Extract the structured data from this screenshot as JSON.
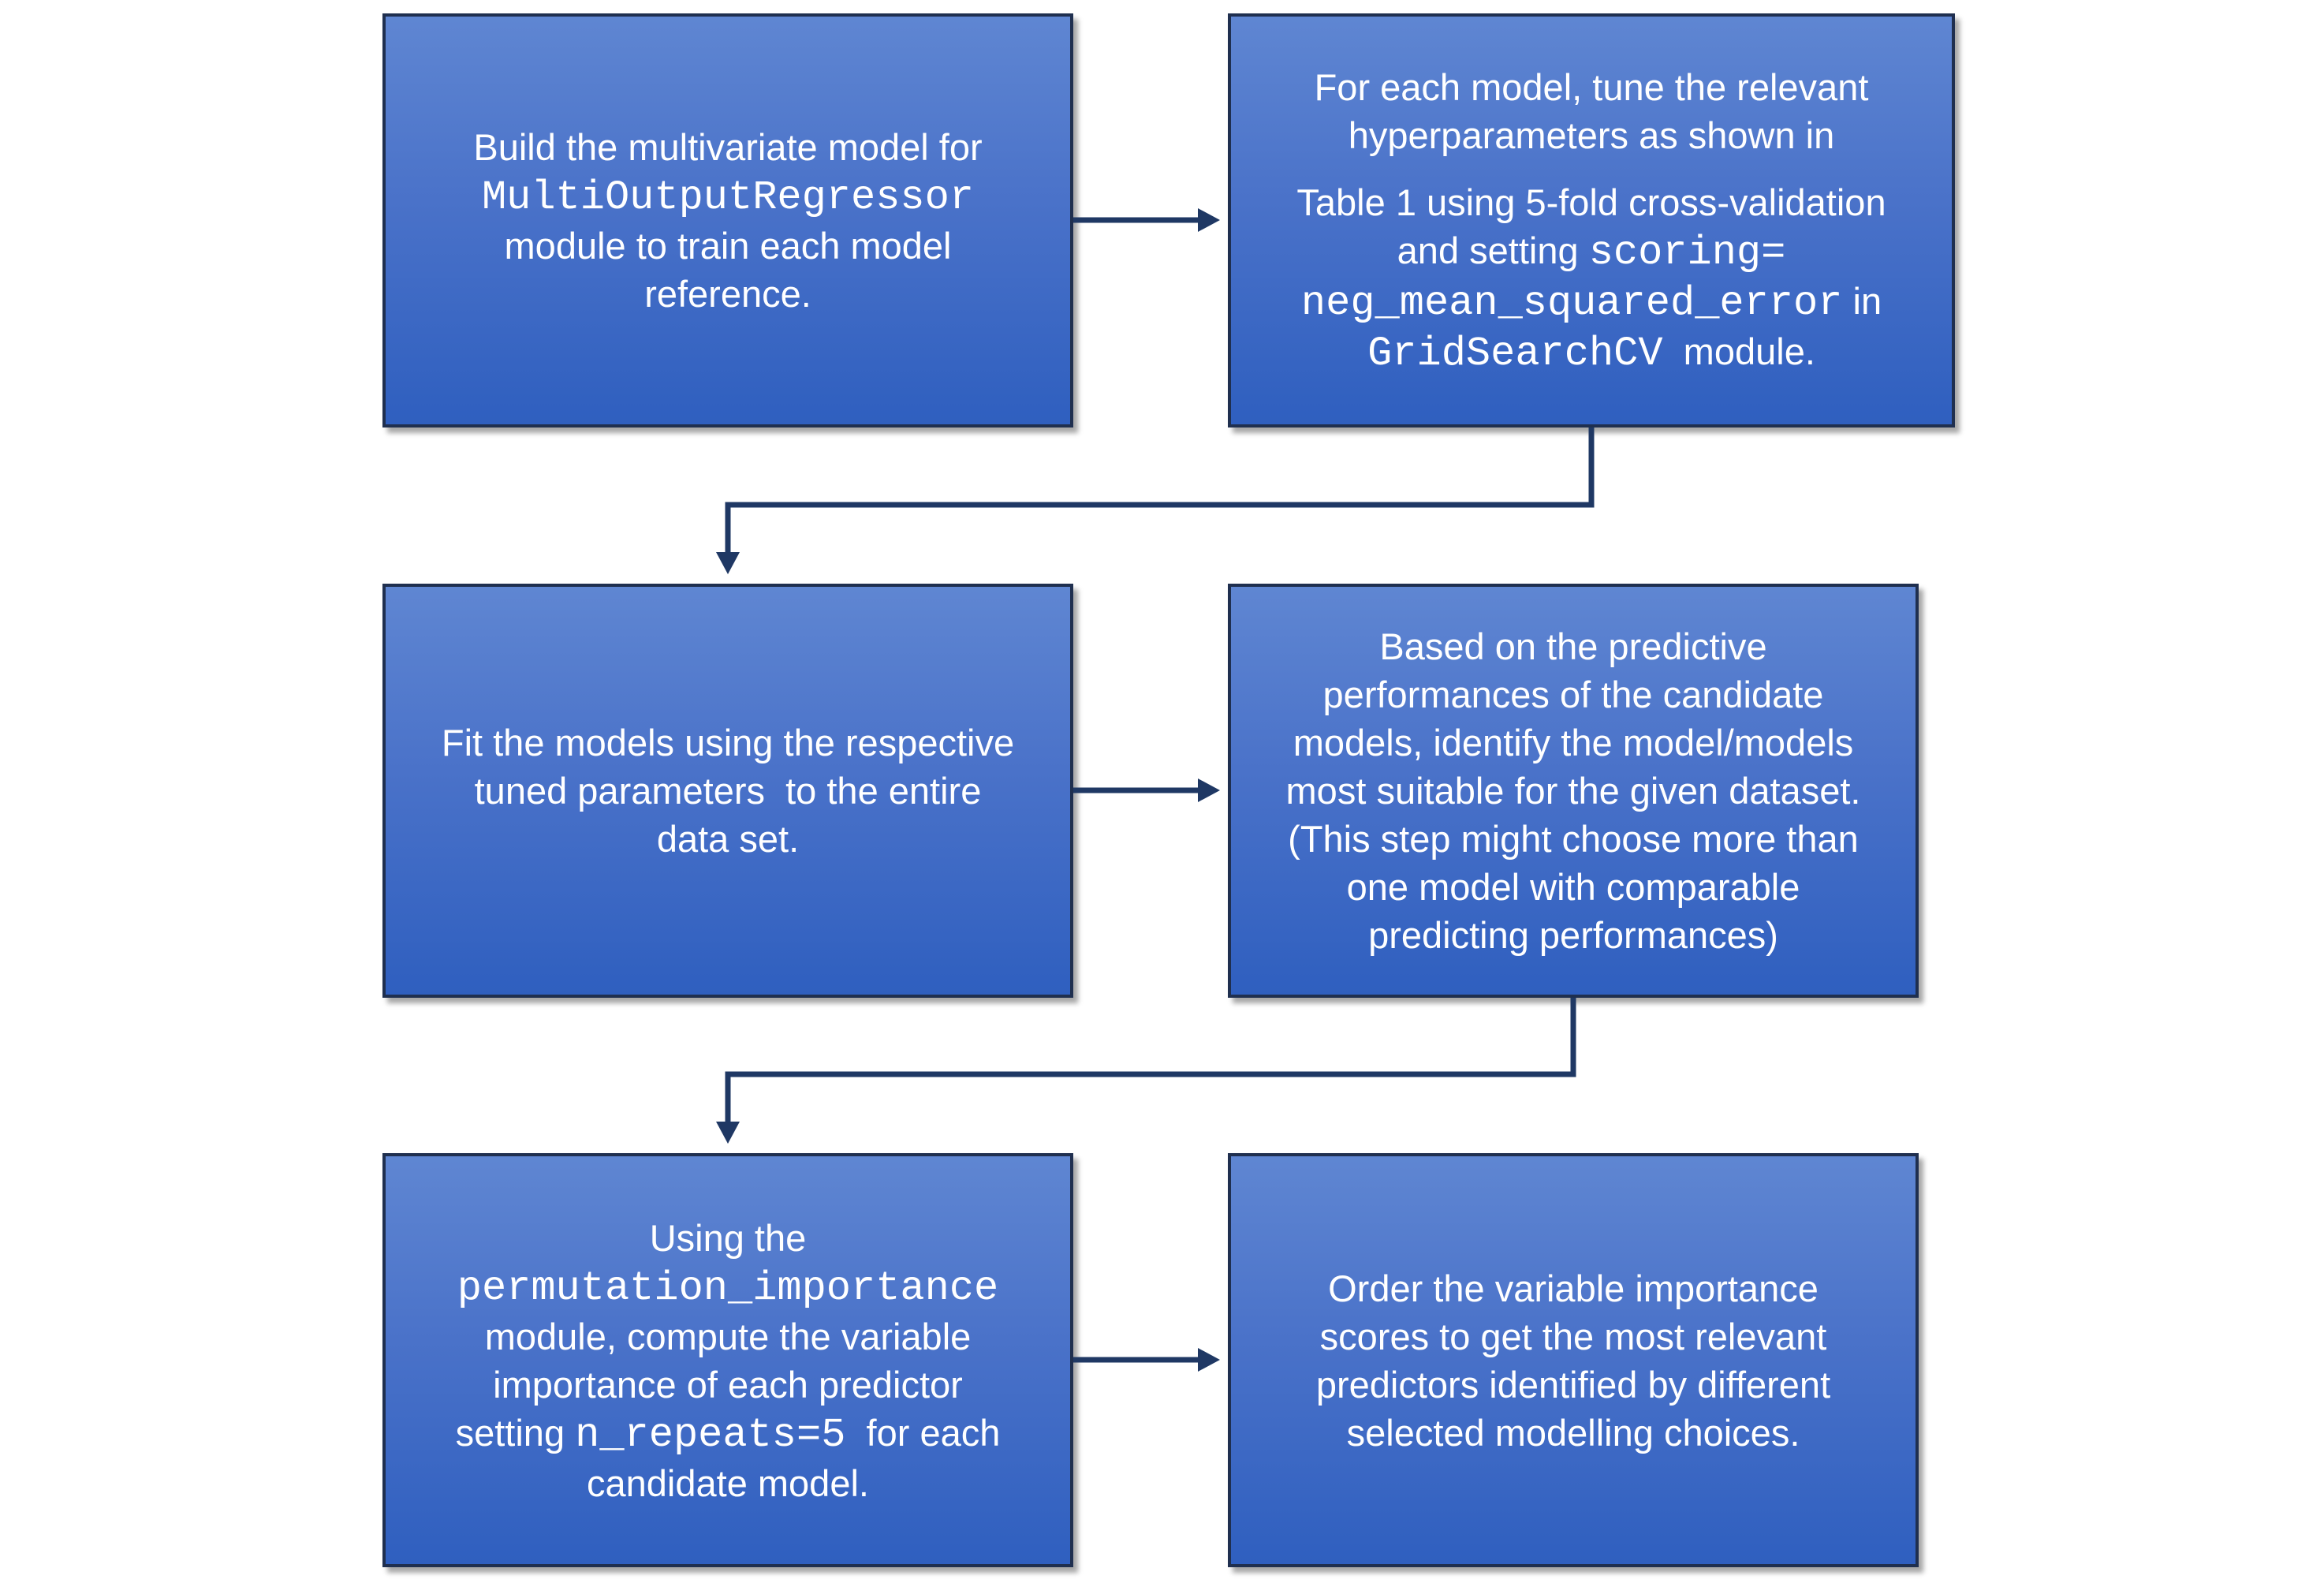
{
  "colors": {
    "box_fill_top": "#5f86d2",
    "box_fill_bottom": "#2f5fbf",
    "box_border": "#1f2f4f",
    "text": "#ffffff",
    "connector": "#1f3864",
    "background": "#ffffff"
  },
  "boxes": [
    {
      "lines": [
        [
          {
            "t": "Build the multivariate model for"
          }
        ],
        [
          {
            "t": "MultiOutputRegressor",
            "code": true
          }
        ],
        [
          {
            "t": "module to train each model"
          }
        ],
        [
          {
            "t": "reference."
          }
        ]
      ]
    },
    {
      "lines": [
        [
          {
            "t": "For each model, tune the relevant"
          }
        ],
        [
          {
            "t": "hyperparameters as shown in"
          }
        ],
        [
          {
            "t": "Table 1 using 5-fold cross-validation"
          }
        ],
        [
          {
            "t": "and setting "
          },
          {
            "t": "scoring=",
            "code": true
          }
        ],
        [
          {
            "t": "neg_mean_squared_error",
            "code": true
          },
          {
            "t": " in"
          }
        ],
        [
          {
            "t": "GridSearchCV",
            "code": true
          },
          {
            "t": "  module."
          }
        ]
      ]
    },
    {
      "lines": [
        [
          {
            "t": "Fit the models using the respective"
          }
        ],
        [
          {
            "t": "tuned parameters  to the entire"
          }
        ],
        [
          {
            "t": "data set."
          }
        ]
      ]
    },
    {
      "lines": [
        [
          {
            "t": "Based on the predictive"
          }
        ],
        [
          {
            "t": "performances of the candidate"
          }
        ],
        [
          {
            "t": "models, identify the model/models"
          }
        ],
        [
          {
            "t": "most suitable for the given dataset."
          }
        ],
        [
          {
            "t": "(This step might choose more than"
          }
        ],
        [
          {
            "t": "one model with comparable"
          }
        ],
        [
          {
            "t": "predicting performances)"
          }
        ]
      ]
    },
    {
      "lines": [
        [
          {
            "t": "Using the"
          }
        ],
        [
          {
            "t": "permutation_importance",
            "code": true
          }
        ],
        [
          {
            "t": "module, compute the variable"
          }
        ],
        [
          {
            "t": "importance of each predictor"
          }
        ],
        [
          {
            "t": "setting "
          },
          {
            "t": "n_repeats=5",
            "code": true
          },
          {
            "t": "  for each"
          }
        ],
        [
          {
            "t": "candidate model."
          }
        ]
      ]
    },
    {
      "lines": [
        [
          {
            "t": "Order the variable importance"
          }
        ],
        [
          {
            "t": "scores to get the most relevant"
          }
        ],
        [
          {
            "t": "predictors identified by different"
          }
        ],
        [
          {
            "t": "selected modelling choices."
          }
        ]
      ]
    }
  ]
}
